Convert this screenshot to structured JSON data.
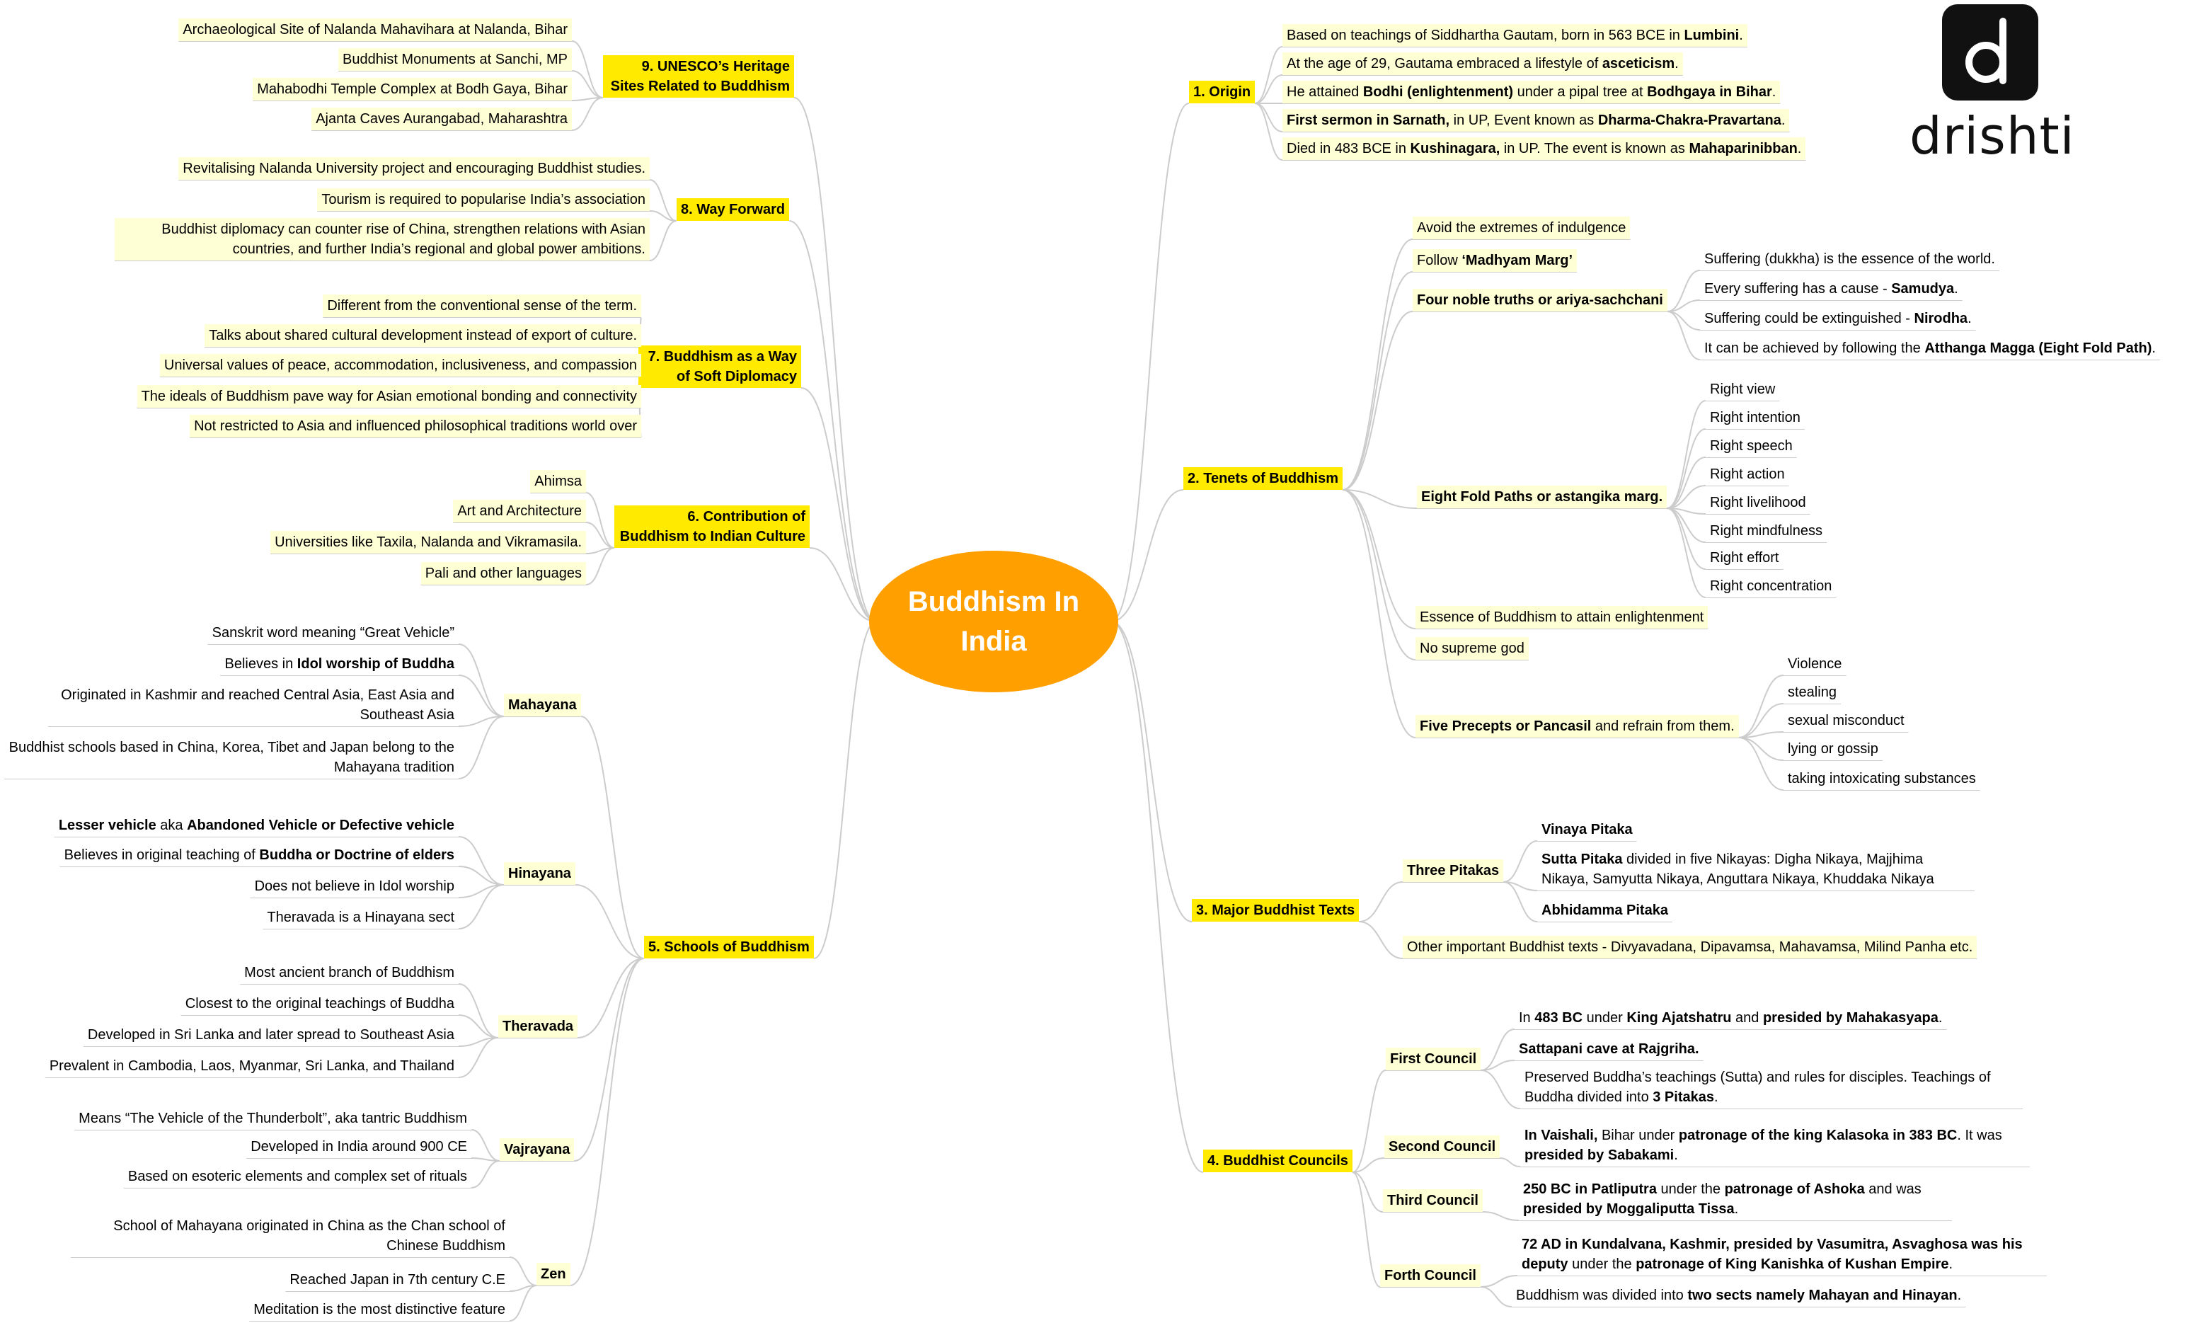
{
  "center": {
    "line1": "Buddhism In",
    "line2": "India"
  },
  "logo": {
    "brand": "drishti",
    "letter": "d",
    "icon": "drishti-logo-icon"
  },
  "colors": {
    "branch": "#ffea00",
    "center": "#ff9f00",
    "leaf_fill": "#ffffd6",
    "link": "#cccccc"
  },
  "origin": {
    "label": "1. Origin",
    "items": [
      {
        "t1": "Based on teachings of Siddhartha Gautam, born in 563 BCE in ",
        "b1": "Lumbini",
        "t2": "."
      },
      {
        "t1": "At the age of 29, Gautama embraced a lifestyle of ",
        "b1": "asceticism",
        "t2": "."
      },
      {
        "t1": "He attained ",
        "b1": "Bodhi (enlightenment)",
        "t2": " under a pipal tree at ",
        "b2": "Bodhgaya in Bihar",
        "t3": "."
      },
      {
        "b1": "First sermon in Sarnath,",
        "t2": " in UP, Event known as ",
        "b2": "Dharma-Chakra-Pravartana",
        "t3": "."
      },
      {
        "t1": "Died in 483 BCE in ",
        "b1": "Kushinagara,",
        "t2": " in UP. The event is known as ",
        "b2": "Mahaparinibban",
        "t3": "."
      }
    ]
  },
  "tenets": {
    "label": "2. Tenets of Buddhism",
    "extremes": "Avoid the extremes of indulgence",
    "madhyam": {
      "t1": "Follow ",
      "b1": "‘Madhyam Marg’"
    },
    "noble": {
      "label": "Four noble truths or ariya-sachchani",
      "items": [
        {
          "t1": "Suffering (dukkha) is the essence of the world."
        },
        {
          "t1": "Every suffering has a cause - ",
          "b1": "Samudya",
          "t2": "."
        },
        {
          "t1": "Suffering could be extinguished - ",
          "b1": "Nirodha",
          "t2": "."
        },
        {
          "t1": "It can be achieved by following the ",
          "b1": "Atthanga Magga (Eight Fold Path)",
          "t2": "."
        }
      ]
    },
    "eightfold": {
      "label": "Eight Fold Paths or astangika marg.",
      "items": [
        "Right view",
        "Right intention",
        "Right speech",
        "Right action",
        "Right livelihood",
        "Right mindfulness",
        "Right effort",
        "Right concentration"
      ]
    },
    "essence": "Essence of Buddhism to attain enlightenment",
    "supreme": "No supreme god",
    "precepts": {
      "b1": "Five Precepts or Pancasil",
      "t1": " and refrain from them.",
      "items": [
        "Violence",
        "stealing",
        "sexual misconduct",
        "lying or gossip",
        "taking intoxicating substances"
      ]
    }
  },
  "texts": {
    "label": "3. Major Buddhist Texts",
    "pitakas": {
      "label": "Three Pitakas",
      "vinaya": "Vinaya Pitaka",
      "sutta": {
        "b1": "Sutta Pitaka",
        "t1": " divided in five Nikayas: Digha Nikaya, Majjhima Nikaya, Samyutta Nikaya, Anguttara Nikaya, Khuddaka Nikaya"
      },
      "abhidamma": "Abhidamma Pitaka"
    },
    "other": "Other important Buddhist texts - Divyavadana, Dipavamsa, Mahavamsa, Milind Panha etc."
  },
  "councils": {
    "label": "4. Buddhist Councils",
    "first": {
      "label": "First Council",
      "c1": {
        "t1": "In ",
        "b1": "483 BC",
        "t2": " under ",
        "b2": "King Ajatshatru",
        "t3": " and ",
        "b3": "presided by Mahakasyapa",
        "t4": "."
      },
      "c2": {
        "b1": "Sattapani cave at Rajgriha."
      },
      "c3": {
        "t1": "Preserved Buddha’s teachings (Sutta) and rules for disciples. Teachings of Buddha divided into ",
        "b1": "3 Pitakas",
        "t2": "."
      }
    },
    "second": {
      "label": "Second Council",
      "c1": {
        "b1": "In Vaishali,",
        "t1": " Bihar under ",
        "b2": "patronage of the king Kalasoka in 383 BC",
        "t2": ". It was ",
        "b3": "presided by Sabakami",
        "t3": "."
      }
    },
    "third": {
      "label": "Third Council",
      "c1": {
        "b1": "250 BC in Patliputra",
        "t1": " under the ",
        "b2": "patronage of Ashoka",
        "t2": " and was ",
        "b3": "presided by Moggaliputta Tissa",
        "t3": "."
      }
    },
    "forth": {
      "label": "Forth Council",
      "c1": {
        "b1": "72 AD in Kundalvana, Kashmir, presided by Vasumitra, Asvaghosa was his deputy",
        "t1": " under the ",
        "b2": "patronage of King Kanishka of Kushan Empire",
        "t2": "."
      },
      "c2": {
        "t1": "Buddhism was divided into ",
        "b1": "two sects namely Mahayan and Hinayan",
        "t2": "."
      }
    }
  },
  "schools": {
    "label": "5. Schools of Buddhism",
    "mahayana": {
      "label": "Mahayana",
      "i1": "Sanskrit word meaning “Great Vehicle”",
      "i2": {
        "t1": "Believes in ",
        "b1": "Idol worship of Buddha"
      },
      "i3": "Originated in Kashmir and reached Central Asia, East Asia and Southeast Asia",
      "i4": "Buddhist schools based in China, Korea, Tibet and Japan belong to the Mahayana tradition"
    },
    "hinayana": {
      "label": "Hinayana",
      "i1": {
        "b1": "Lesser vehicle",
        "t1": " aka ",
        "b2": "Abandoned Vehicle or Defective vehicle"
      },
      "i2": {
        "t1": "Believes in original teaching of ",
        "b1": "Buddha or Doctrine of elders"
      },
      "i3": "Does not believe in Idol worship",
      "i4": "Theravada is a Hinayana sect"
    },
    "theravada": {
      "label": "Theravada",
      "items": [
        "Most ancient branch of Buddhism",
        "Closest to the original teachings of Buddha",
        "Developed in Sri Lanka and later spread to Southeast Asia",
        "Prevalent in Cambodia, Laos, Myanmar, Sri Lanka, and Thailand"
      ]
    },
    "vajrayana": {
      "label": "Vajrayana",
      "items": [
        "Means “The Vehicle of the Thunderbolt”, aka tantric Buddhism",
        "Developed in India around 900 CE",
        "Based on esoteric elements and complex set of rituals"
      ]
    },
    "zen": {
      "label": "Zen",
      "items": [
        "School of Mahayana originated in China as the Chan school of Chinese Buddhism",
        "Reached Japan in 7th century C.E",
        "Meditation is the most distinctive feature"
      ]
    }
  },
  "contribution": {
    "label": "6. Contribution of Buddhism to Indian Culture",
    "items": [
      "Ahimsa",
      "Art and Architecture",
      "Universities like Taxila, Nalanda and Vikramasila.",
      "Pali and other languages"
    ]
  },
  "soft": {
    "label": "7. Buddhism as a Way of Soft Diplomacy",
    "items": [
      "Different from the conventional sense of the term.",
      "Talks about shared cultural development instead of export of culture.",
      "Universal values of peace, accommodation, inclusiveness, and compassion",
      "The ideals of Buddhism pave way for Asian emotional bonding and connectivity",
      "Not restricted to Asia and influenced philosophical traditions world over"
    ]
  },
  "forward": {
    "label": "8. Way Forward",
    "items": [
      "Revitalising Nalanda University project and encouraging Buddhist studies.",
      "Tourism is required to popularise India’s association",
      "Buddhist diplomacy can counter rise of China, strengthen relations with Asian countries, and further India’s regional and global power ambitions."
    ]
  },
  "unesco": {
    "label": "9. UNESCO’s Heritage Sites Related to Buddhism",
    "items": [
      "Archaeological Site of Nalanda Mahavihara at Nalanda, Bihar",
      "Buddhist Monuments at Sanchi, MP",
      "Mahabodhi Temple Complex at Bodh Gaya, Bihar",
      "Ajanta Caves Aurangabad, Maharashtra"
    ]
  }
}
